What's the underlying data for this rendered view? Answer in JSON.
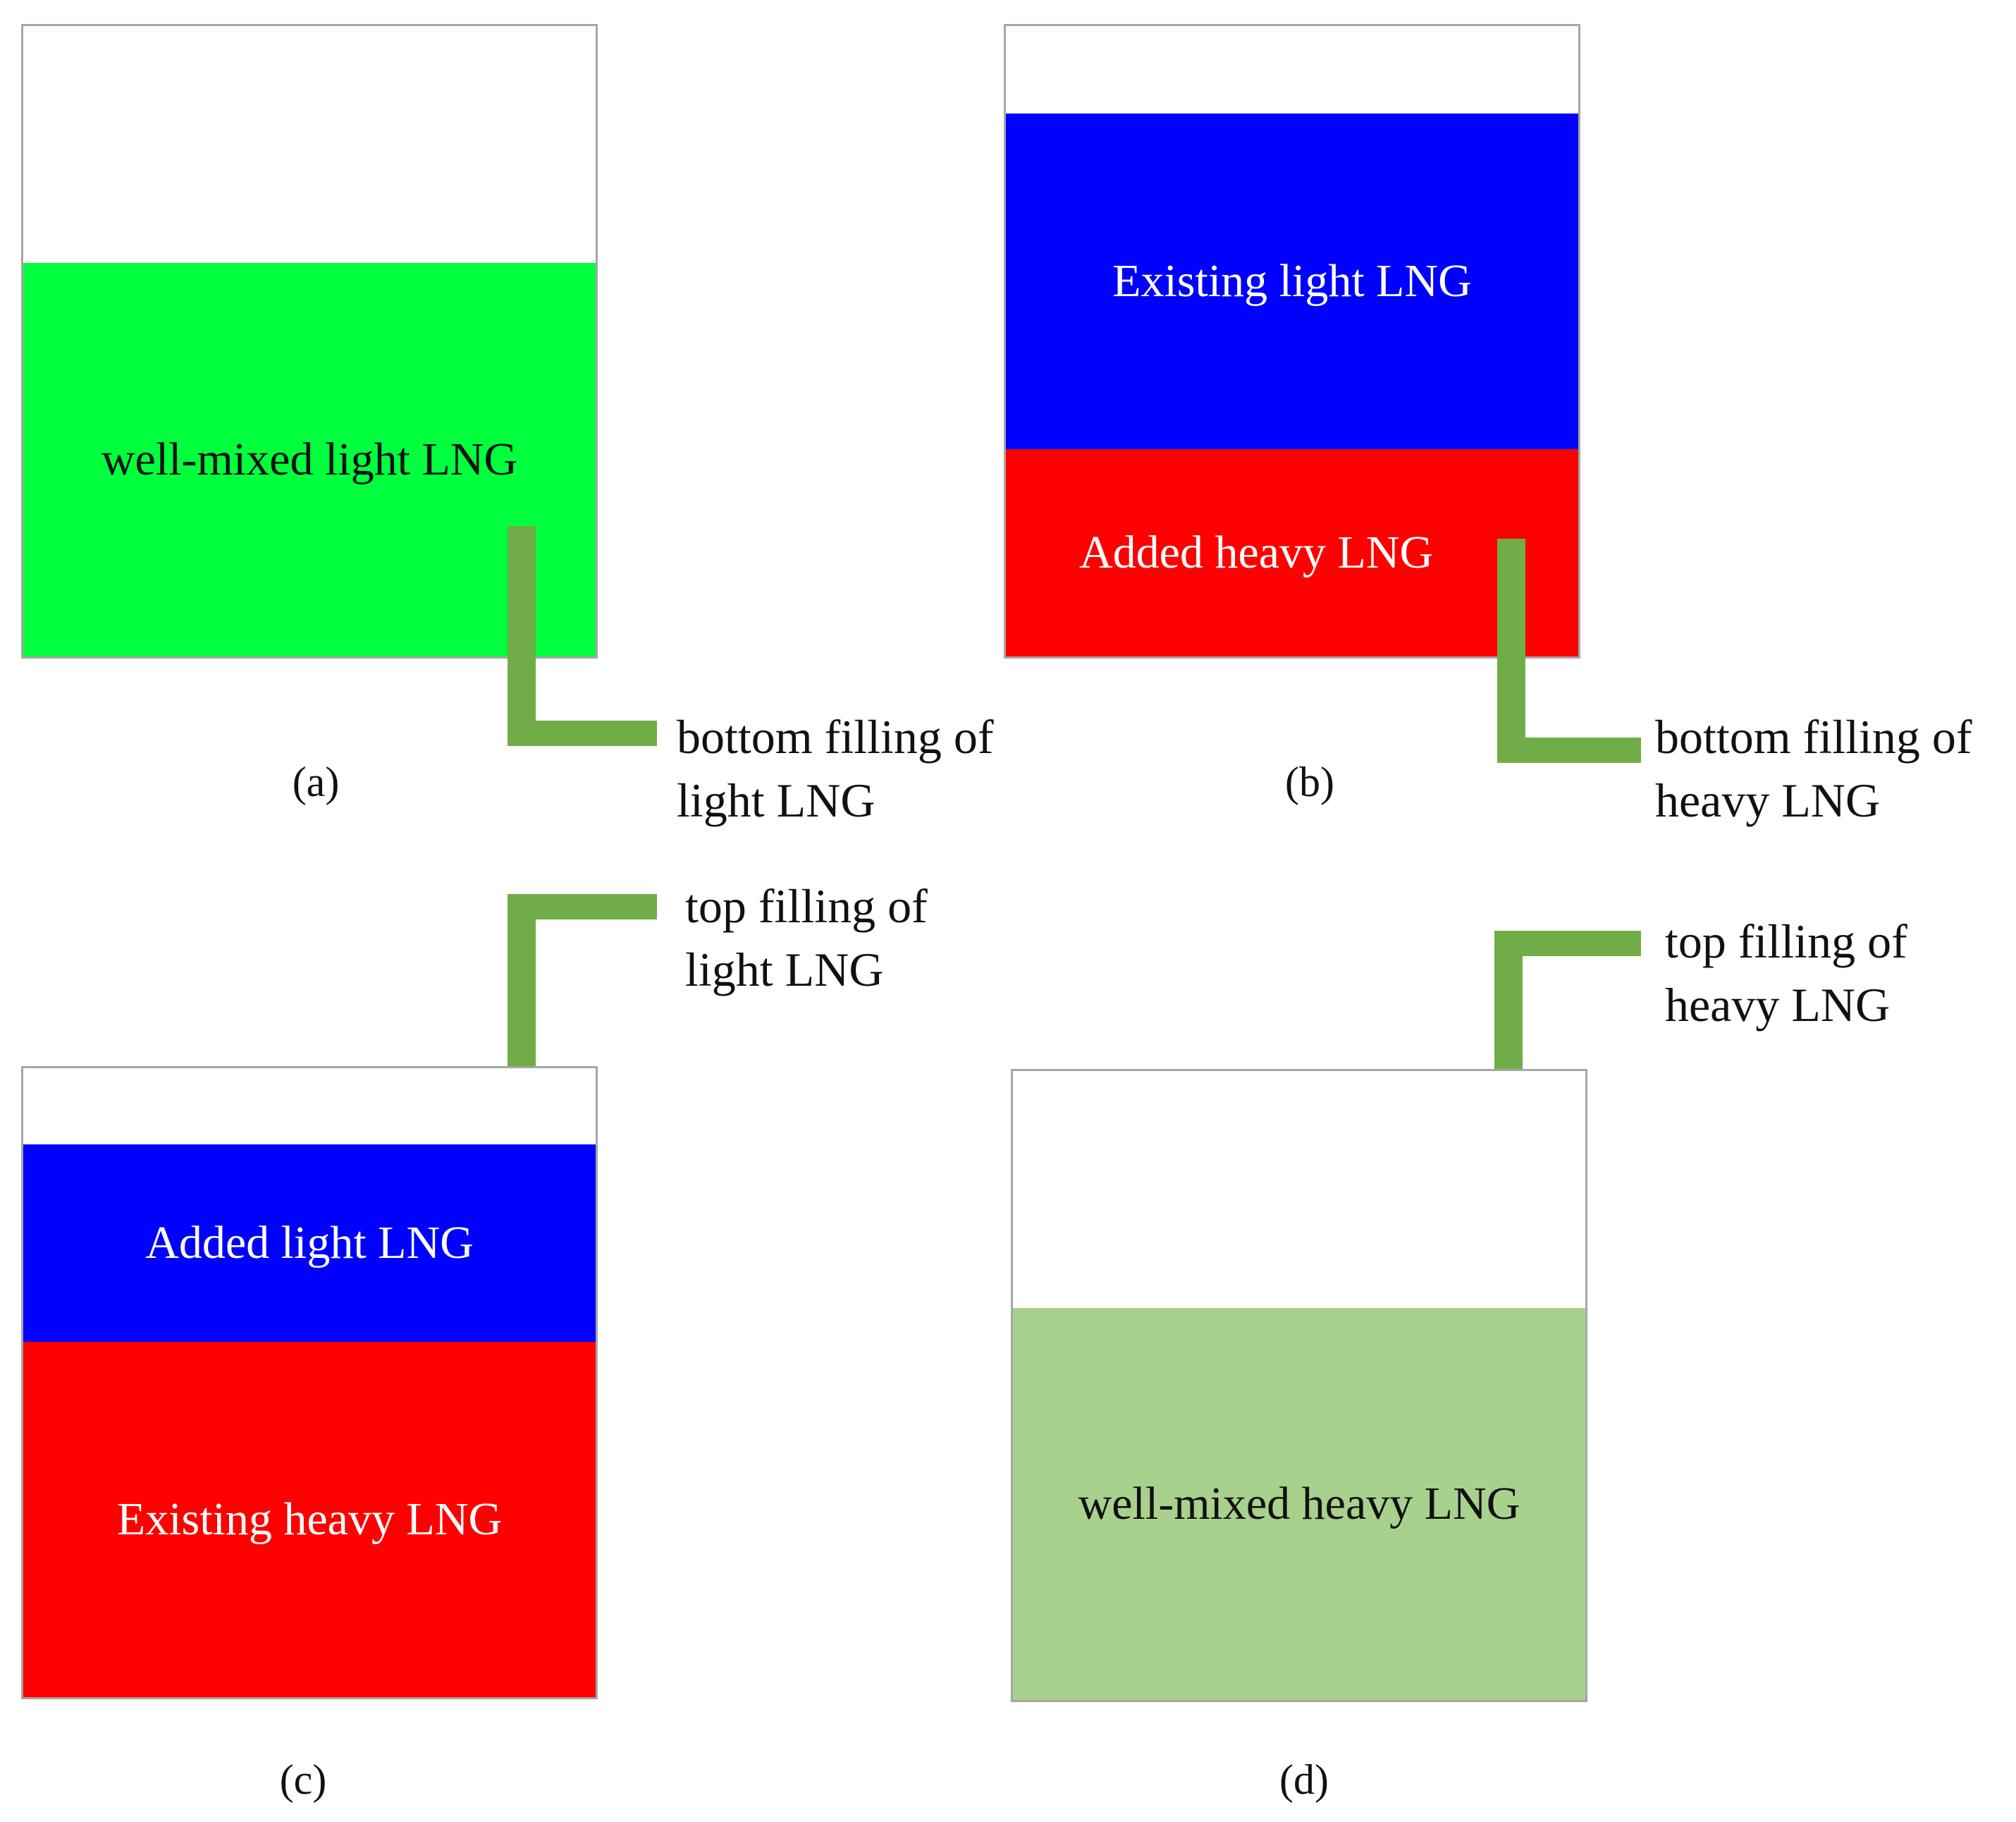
{
  "colors": {
    "well_mixed_light": "#00ff3c",
    "light_lng": "#0000ff",
    "heavy_lng": "#ff0000",
    "well_mixed_heavy": "#a9d18e",
    "pipe": "#70ad47",
    "tank_border": "#a6a6a6"
  },
  "panels": {
    "a": {
      "caption": "(a)",
      "layers": [
        "well-mixed light LNG"
      ],
      "pipe_label_line1": "bottom filling of",
      "pipe_label_line2": "light LNG"
    },
    "b": {
      "caption": "(b)",
      "layers": [
        "Existing light LNG",
        "Added heavy LNG"
      ],
      "pipe_label_line1": "bottom filling of",
      "pipe_label_line2": "heavy LNG"
    },
    "c": {
      "caption": "(c)",
      "layers": [
        "Added light LNG",
        "Existing heavy LNG"
      ],
      "pipe_label_line1": "top filling of",
      "pipe_label_line2": "light LNG"
    },
    "d": {
      "caption": "(d)",
      "layers": [
        "well-mixed heavy LNG"
      ],
      "pipe_label_line1": "top filling of",
      "pipe_label_line2": "heavy LNG"
    }
  }
}
